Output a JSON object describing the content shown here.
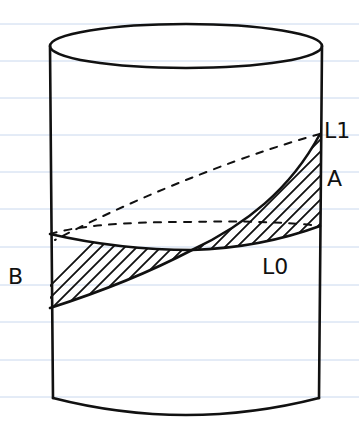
{
  "diagram": {
    "labels": [
      "L1",
      "A",
      "B",
      "L0"
    ]
  }
}
